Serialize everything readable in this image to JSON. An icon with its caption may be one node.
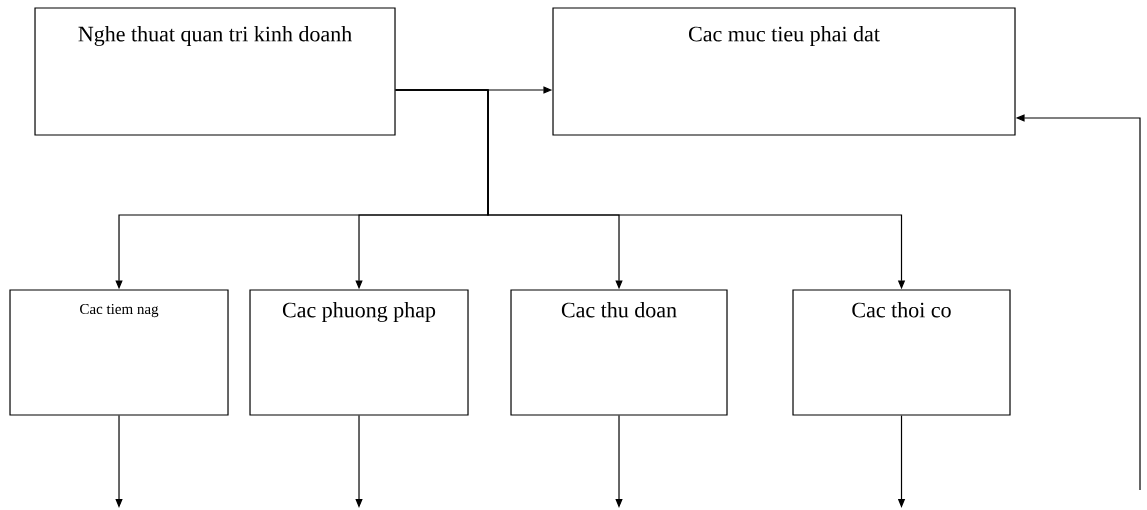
{
  "diagram": {
    "nodes": [
      {
        "text": [
          "Nghe thuat quan tri kinh doanh"
        ]
      },
      {
        "text": [
          "Cac muc tieu phai dat"
        ]
      },
      {
        "text": [
          "Cac tiem nag"
        ]
      },
      {
        "text": [
          "Cac phuong phap"
        ]
      },
      {
        "text": [
          "Cac thu doan"
        ]
      },
      {
        "text": [
          "Cac thoi co"
        ]
      }
    ],
    "edges": [
      {
        "from": 0,
        "to": 1,
        "arrow": "to"
      },
      {
        "from": 0,
        "to": 2,
        "arrow": "to"
      },
      {
        "from": 0,
        "to": 3,
        "arrow": "to"
      },
      {
        "from": 0,
        "to": 4,
        "arrow": "to"
      },
      {
        "from": 0,
        "to": 5,
        "arrow": "to"
      },
      {
        "from": 2,
        "to": null,
        "arrow": "to"
      },
      {
        "from": 3,
        "to": null,
        "arrow": "to"
      },
      {
        "from": 4,
        "to": null,
        "arrow": "to"
      },
      {
        "from": 5,
        "to": null,
        "arrow": "to"
      },
      {
        "from": null,
        "to": 1,
        "arrow": "to"
      }
    ]
  }
}
